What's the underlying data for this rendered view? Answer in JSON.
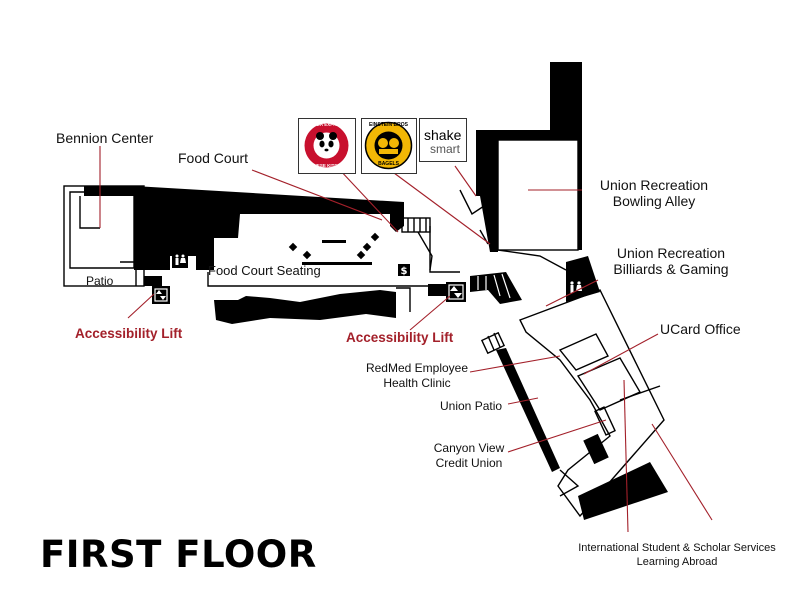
{
  "title": "FIRST FLOOR",
  "labels": {
    "bennion_center": "Bennion Center",
    "food_court": "Food Court",
    "food_court_seating": "Food Court Seating",
    "patio": "Patio",
    "accessibility_lift_left": "Accessibility Lift",
    "accessibility_lift_center": "Accessibility Lift",
    "bowling_line1": "Union Recreation",
    "bowling_line2": "Bowling Alley",
    "billiards_line1": "Union Recreation",
    "billiards_line2": "Billiards & Gaming",
    "ucard_office": "UCard Office",
    "redmed_line1": "RedMed Employee",
    "redmed_line2": "Health Clinic",
    "union_patio": "Union Patio",
    "canyon_line1": "Canyon View",
    "canyon_line2": "Credit Union",
    "intl_line1": "International Student & Scholar Services",
    "intl_line2": "Learning Abroad"
  },
  "logos": {
    "panda_top": "PANDA EXPRESS",
    "panda_bottom": "CHINESE KITCHEN",
    "einstein_top": "EINSTEIN BROS",
    "einstein_bottom": "BAGELS",
    "shake_line1": "shake",
    "shake_line2": "smart"
  },
  "colors": {
    "building": "#000000",
    "leader_line": "#a3202a",
    "accent_red": "#a3202a",
    "panda_red": "#c8102e",
    "einstein_yellow": "#f2b705"
  },
  "icons": [
    "restroom-icon",
    "elevator-icon",
    "atm-icon",
    "stairs-icon"
  ]
}
